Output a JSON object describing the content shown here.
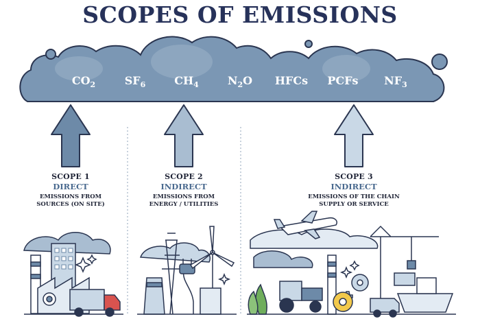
{
  "title": "SCOPES OF EMISSIONS",
  "gases": [
    {
      "base": "CO",
      "sub": "2"
    },
    {
      "base": "SF",
      "sub": "6"
    },
    {
      "base": "CH",
      "sub": "4"
    },
    {
      "base": "N",
      "sub": "2",
      "tail": "O"
    },
    {
      "base": "HFCs",
      "sub": ""
    },
    {
      "base": "PCFs",
      "sub": ""
    },
    {
      "base": "NF",
      "sub": "3"
    }
  ],
  "scopes": [
    {
      "name": "SCOPE 1",
      "kind": "DIRECT",
      "desc1": "EMISSIONS FROM",
      "desc2": "SOURCES (ON SITE)"
    },
    {
      "name": "SCOPE 2",
      "kind": "INDIRECT",
      "desc1": "EMISSIONS FROM",
      "desc2": "ENERGY / UTILITIES"
    },
    {
      "name": "SCOPE 3",
      "kind": "INDIRECT",
      "desc1": "EMISSIONS OF THE CHAIN",
      "desc2": "SUPPLY OR SERVICE"
    }
  ],
  "colors": {
    "title": "#27325a",
    "cloud": "#7b97b4",
    "cloud_light": "#9db3c9",
    "arrow_dark": "#6d8aa8",
    "arrow_light": "#c9d8e6",
    "outline": "#2a3550"
  }
}
